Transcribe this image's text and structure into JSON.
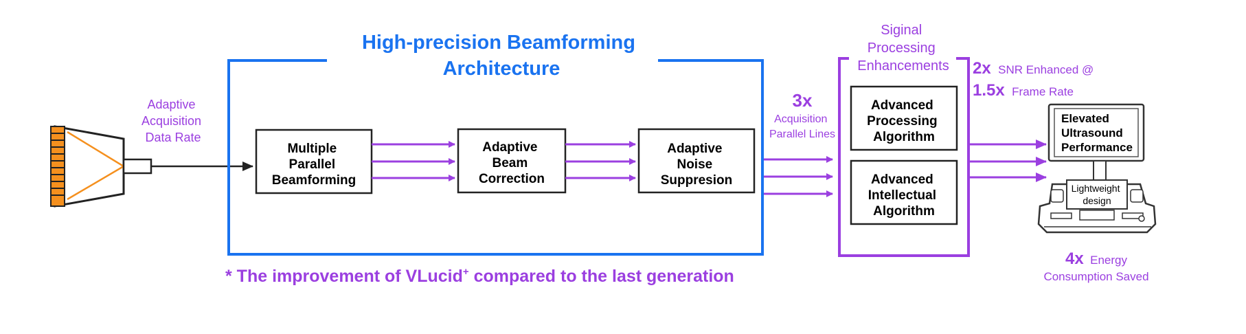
{
  "architecture_title": [
    "High-precision Beamforming",
    "Architecture"
  ],
  "input_label": [
    "Adaptive",
    "Acquisition",
    "Data Rate"
  ],
  "stages": [
    {
      "lines": [
        "Multiple",
        "Parallel",
        "Beamforming"
      ]
    },
    {
      "lines": [
        "Adaptive",
        "Beam",
        "Correction"
      ]
    },
    {
      "lines": [
        "Adaptive",
        "Noise",
        "Suppresion"
      ]
    }
  ],
  "parallel_lines": {
    "value": "3x",
    "lines": [
      "Acquisition",
      "Parallel Lines"
    ]
  },
  "signal_processing": {
    "title": [
      "Siginal",
      "Processing",
      "Enhancements"
    ],
    "boxes": [
      {
        "lines": [
          "Advanced",
          "Processing",
          "Algorithm"
        ]
      },
      {
        "lines": [
          "Advanced",
          "Intellectual",
          "Algorithm"
        ]
      }
    ]
  },
  "snr": {
    "value": "2x",
    "text": "SNR Enhanced @"
  },
  "frame_rate": {
    "value": "1.5x",
    "text": "Frame Rate"
  },
  "system": {
    "screen_lines": [
      "Elevated",
      "Ultrasound",
      "Performance"
    ],
    "panel_lines": [
      "Lightweight",
      "design"
    ]
  },
  "energy": {
    "value": "4x",
    "text": "Energy",
    "line2": "Consumption Saved"
  },
  "footnote": {
    "main": "* The improvement of VLucid",
    "sup": "+",
    "rest": " compared to the last generation"
  },
  "colors": {
    "blue": "#1a73f0",
    "purple": "#9b3fe0",
    "orange": "#f5901e"
  }
}
